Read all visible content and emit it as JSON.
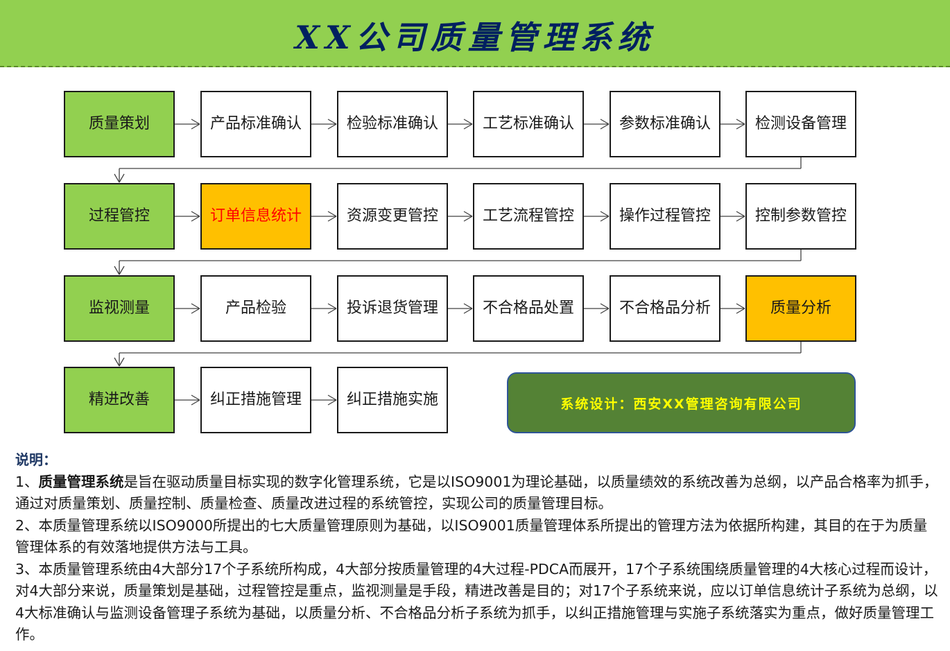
{
  "header": {
    "title": "XX公司质量管理系统"
  },
  "rows": [
    {
      "category": "质量策划",
      "items": [
        {
          "label": "产品标准确认"
        },
        {
          "label": "检验标准确认"
        },
        {
          "label": "工艺标准确认"
        },
        {
          "label": "参数标准确认"
        },
        {
          "label": "检测设备管理"
        }
      ]
    },
    {
      "category": "过程管控",
      "items": [
        {
          "label": "订单信息统计",
          "highlight": true,
          "red_text": true
        },
        {
          "label": "资源变更管控"
        },
        {
          "label": "工艺流程管控"
        },
        {
          "label": "操作过程管控"
        },
        {
          "label": "控制参数管控"
        }
      ]
    },
    {
      "category": "监视测量",
      "items": [
        {
          "label": "产品检验"
        },
        {
          "label": "投诉退货管理"
        },
        {
          "label": "不合格品处置"
        },
        {
          "label": "不合格品分析"
        },
        {
          "label": "质量分析",
          "highlight": true
        }
      ]
    },
    {
      "category": "精进改善",
      "items": [
        {
          "label": "纠正措施管理"
        },
        {
          "label": "纠正措施实施"
        }
      ]
    }
  ],
  "designer": "系统设计：西安XX管理咨询有限公司",
  "notes": {
    "title": "说明：",
    "p1_prefix": "1、",
    "p1_bold": "质量管理系统",
    "p1_rest": "是旨在驱动质量目标实现的数字化管理系统，它是以ISO9001为理论基础，以质量绩效的系统改善为总纲，以产品合格率为抓手，通过对质量策划、质量控制、质量检查、质量改进过程的系统管控，实现公司的质量管理目标。",
    "p2": "2、本质量管理系统以ISO9000所提出的七大质量管理原则为基础，以ISO9001质量管理体系所提出的管理方法为依据所构建，其目的在于为质量管理体系的有效落地提供方法与工具。",
    "p3": "3、本质量管理系统由4大部分17个子系统所构成，4大部分按质量管理的4大过程-PDCA而展开，17个子系统围绕质量管理的4大核心过程而设计，对4大部分来说，质量策划是基础，过程管控是重点，监视测量是手段，精进改善是目的；对17个子系统来说，应以订单信息统计子系统为总纲，以4大标准确认与监测设备管理子系统为基础，以质量分析、不合格品分析子系统为抓手，以纠正措施管理与实施子系统落实为重点，做好质量管理工作。"
  },
  "colors": {
    "header_bg": "#92d050",
    "title": "#002060",
    "category_bg": "#92d050",
    "highlight_bg": "#ffc000",
    "designer_bg": "#548235",
    "designer_text": "#ffff00"
  }
}
